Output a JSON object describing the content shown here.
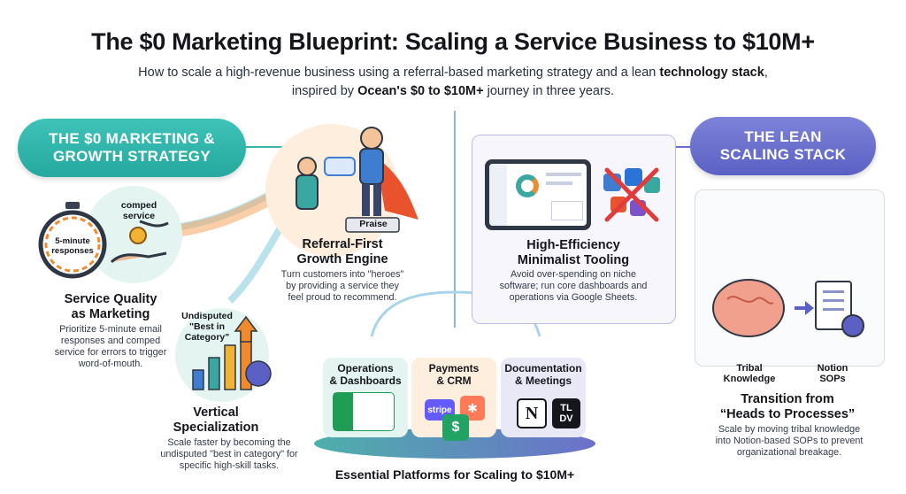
{
  "title": "The $0 Marketing Blueprint: Scaling a Service Business to $10M+",
  "subtitle": {
    "part1": "How to scale a high-revenue business using a referral-based marketing strategy and a lean ",
    "bold1": "technology stack",
    "part2": ", inspired by ",
    "bold2": "Ocean's $0 to $10M+",
    "part3": " journey in three years."
  },
  "left_pill": {
    "line1": "THE $0 MARKETING &",
    "line2": "GROWTH STRATEGY"
  },
  "right_pill": {
    "line1": "THE LEAN",
    "line2": "SCALING STACK"
  },
  "service_quality": {
    "timer_label": "5-minute responses",
    "comped_label": "comped service",
    "heading_line1": "Service Quality",
    "heading_line2": "as Marketing",
    "desc": "Prioritize 5-minute email responses and comped service for errors to trigger word-of-mouth."
  },
  "referral": {
    "podium_label": "Praise",
    "heading_line1": "Referral-First",
    "heading_line2": "Growth Engine",
    "desc": "Turn customers into \"heroes\" by providing a service they feel proud to recommend."
  },
  "vertical": {
    "chart_label_line1": "Undisputed",
    "chart_label_line2": "\"Best in",
    "chart_label_line3": "Category\"",
    "heading_line1": "Vertical",
    "heading_line2": "Specialization",
    "desc": "Scale faster by becoming the undisputed \"best in category\" for specific high-skill tasks."
  },
  "tooling": {
    "heading_line1": "High-Efficiency",
    "heading_line2": "Minimalist Tooling",
    "desc": "Avoid over-spending on niche software; run core dashboards and operations via Google Sheets."
  },
  "platforms": {
    "ops_line1": "Operations",
    "ops_line2": "& Dashboards",
    "pay_line1": "Payments",
    "pay_line2": "& CRM",
    "pay_stripe": "stripe",
    "pay_dollar": "$",
    "doc_line1": "Documentation",
    "doc_line2": "& Meetings",
    "notion_letter": "N",
    "tldv_line1": "TL",
    "tldv_line2": "DV",
    "caption": "Essential Platforms for Scaling to $10M+"
  },
  "transition": {
    "tribal_line1": "Tribal",
    "tribal_line2": "Knowledge",
    "notion_line1": "Notion",
    "notion_line2": "SOPs",
    "heading_line1": "Transition from",
    "heading_line2": "“Heads to Processes”",
    "desc": "Scale by moving tribal knowledge into Notion-based SOPs to prevent organizational breakage."
  },
  "colors": {
    "teal": "#2fb3aa",
    "indigo": "#6a6fcf",
    "orange": "#f08a2c",
    "cream_circle": "#fdeedd",
    "mint_circle": "#e3f4f1",
    "lavender": "#e9e8f7"
  }
}
